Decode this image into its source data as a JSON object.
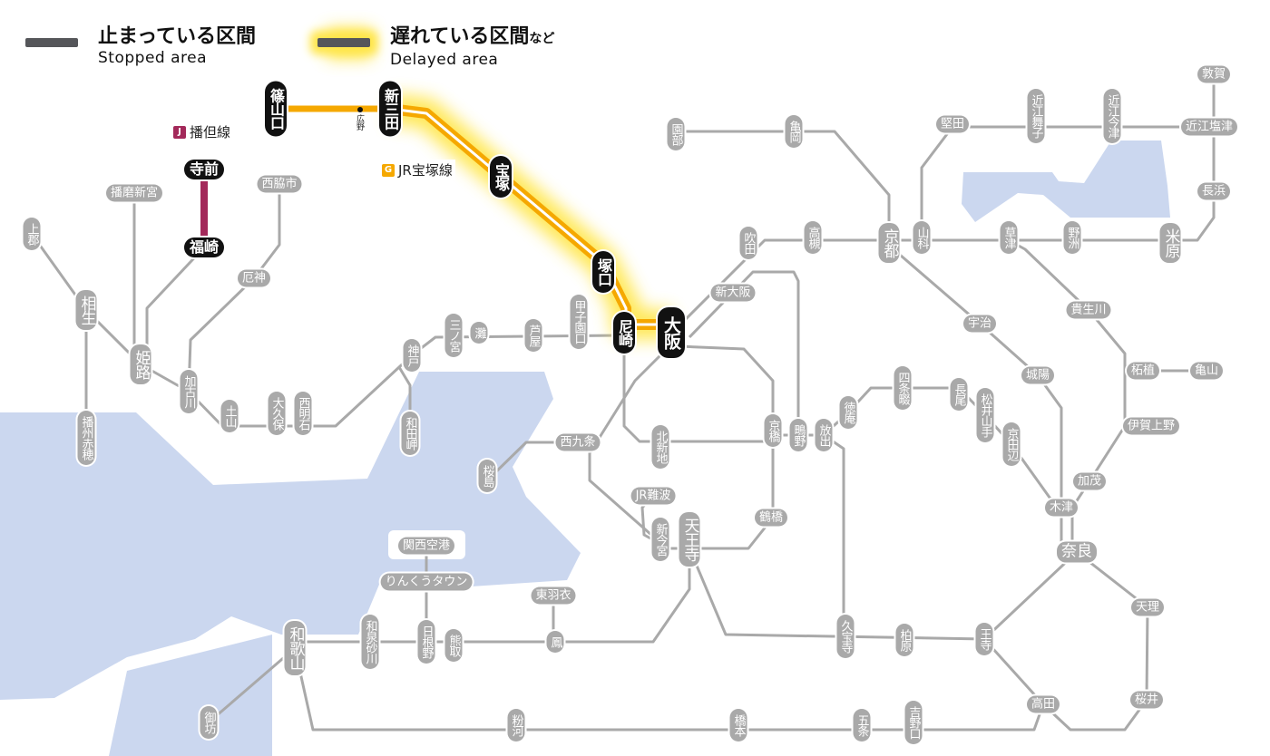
{
  "legend": {
    "stopped": {
      "label_ja": "止まっている区間",
      "label_en": "Stopped area",
      "color": "#55565a"
    },
    "delayed": {
      "label_ja": "遅れている区間",
      "label_suffix": "など",
      "label_en": "Delayed area",
      "color": "#f5b400"
    }
  },
  "line_badges": [
    {
      "code": "J",
      "name": "播但線",
      "color": "#a3295a"
    },
    {
      "code": "G",
      "name": "JR宝塚線",
      "color": "#f5a800"
    }
  ],
  "minor_station": "広野",
  "stations": [
    {
      "id": "kamigori",
      "name": "上郡",
      "status": "normal"
    },
    {
      "id": "harimashingu",
      "name": "播磨新宮",
      "status": "normal"
    },
    {
      "id": "nishiwakishi",
      "name": "西脇市",
      "status": "normal"
    },
    {
      "id": "aioi",
      "name": "相生",
      "status": "normal"
    },
    {
      "id": "himeji",
      "name": "姫路",
      "status": "normal"
    },
    {
      "id": "yakujin",
      "name": "厄神",
      "status": "normal"
    },
    {
      "id": "kakogawa",
      "name": "加古川",
      "status": "normal"
    },
    {
      "id": "tsuchiyama",
      "name": "土山",
      "status": "normal"
    },
    {
      "id": "okubo",
      "name": "大久保",
      "status": "normal"
    },
    {
      "id": "nishiakashi",
      "name": "西明石",
      "status": "normal"
    },
    {
      "id": "banshuako",
      "name": "播州赤穂",
      "status": "normal"
    },
    {
      "id": "kobe",
      "name": "神戸",
      "status": "normal"
    },
    {
      "id": "wadamisaki",
      "name": "和田岬",
      "status": "normal"
    },
    {
      "id": "sannomiya",
      "name": "三ノ宮",
      "status": "normal"
    },
    {
      "id": "nada",
      "name": "灘",
      "status": "normal"
    },
    {
      "id": "ashiya",
      "name": "芦屋",
      "status": "normal"
    },
    {
      "id": "koshienguchi",
      "name": "甲子園口",
      "status": "normal"
    },
    {
      "id": "sonobe",
      "name": "園部",
      "status": "normal"
    },
    {
      "id": "kameoka",
      "name": "亀岡",
      "status": "normal"
    },
    {
      "id": "suita",
      "name": "吹田",
      "status": "normal"
    },
    {
      "id": "takatsuki",
      "name": "高槻",
      "status": "normal"
    },
    {
      "id": "kyoto",
      "name": "京都",
      "status": "normal"
    },
    {
      "id": "yamashina",
      "name": "山科",
      "status": "normal"
    },
    {
      "id": "katata",
      "name": "堅田",
      "status": "normal"
    },
    {
      "id": "omimaiko",
      "name": "近江舞子",
      "status": "normal"
    },
    {
      "id": "omiimazu",
      "name": "近江今津",
      "status": "normal"
    },
    {
      "id": "tsuruga",
      "name": "敦賀",
      "status": "normal"
    },
    {
      "id": "omishiotsu",
      "name": "近江塩津",
      "status": "normal"
    },
    {
      "id": "nagahama",
      "name": "長浜",
      "status": "normal"
    },
    {
      "id": "kusatsu",
      "name": "草津",
      "status": "normal"
    },
    {
      "id": "yasu",
      "name": "野洲",
      "status": "normal"
    },
    {
      "id": "maibara",
      "name": "米原",
      "status": "normal"
    },
    {
      "id": "shinosaka",
      "name": "新大阪",
      "status": "normal"
    },
    {
      "id": "uji",
      "name": "宇治",
      "status": "normal"
    },
    {
      "id": "kibukawa",
      "name": "貴生川",
      "status": "normal"
    },
    {
      "id": "joyo",
      "name": "城陽",
      "status": "normal"
    },
    {
      "id": "tsuge",
      "name": "柘植",
      "status": "normal"
    },
    {
      "id": "kameyama",
      "name": "亀山",
      "status": "normal"
    },
    {
      "id": "shijonawate",
      "name": "四条畷",
      "status": "normal"
    },
    {
      "id": "nagao",
      "name": "長尾",
      "status": "normal"
    },
    {
      "id": "matsuiyamate",
      "name": "松井山手",
      "status": "normal"
    },
    {
      "id": "kyotanabe",
      "name": "京田辺",
      "status": "normal"
    },
    {
      "id": "tokuan",
      "name": "徳庵",
      "status": "normal"
    },
    {
      "id": "kyobashi",
      "name": "京橋",
      "status": "normal"
    },
    {
      "id": "shigino",
      "name": "鴫野",
      "status": "normal"
    },
    {
      "id": "hanaten",
      "name": "放出",
      "status": "normal"
    },
    {
      "id": "kitashinchi",
      "name": "北新地",
      "status": "normal"
    },
    {
      "id": "nishikujo",
      "name": "西九条",
      "status": "normal"
    },
    {
      "id": "sakurajima",
      "name": "桜島",
      "status": "normal"
    },
    {
      "id": "igaueno",
      "name": "伊賀上野",
      "status": "normal"
    },
    {
      "id": "kamo",
      "name": "加茂",
      "status": "normal"
    },
    {
      "id": "kizu",
      "name": "木津",
      "status": "normal"
    },
    {
      "id": "jrnamba",
      "name": "JR難波",
      "status": "normal"
    },
    {
      "id": "tsuruhashi",
      "name": "鶴橋",
      "status": "normal"
    },
    {
      "id": "shinimamiya",
      "name": "新今宮",
      "status": "normal"
    },
    {
      "id": "tennoji",
      "name": "天王寺",
      "status": "normal"
    },
    {
      "id": "nara",
      "name": "奈良",
      "status": "normal"
    },
    {
      "id": "kansaiairport",
      "name": "関西空港",
      "status": "normal"
    },
    {
      "id": "rinkutown",
      "name": "りんくうタウン",
      "status": "normal"
    },
    {
      "id": "higashihagoromo",
      "name": "東羽衣",
      "status": "normal"
    },
    {
      "id": "tenri",
      "name": "天理",
      "status": "normal"
    },
    {
      "id": "izumisunagawa",
      "name": "和泉砂川",
      "status": "normal"
    },
    {
      "id": "hineno",
      "name": "日根野",
      "status": "normal"
    },
    {
      "id": "kumatori",
      "name": "熊取",
      "status": "normal"
    },
    {
      "id": "otori",
      "name": "鳳",
      "status": "normal"
    },
    {
      "id": "wakayama",
      "name": "和歌山",
      "status": "normal"
    },
    {
      "id": "kyuhoji",
      "name": "久宝寺",
      "status": "normal"
    },
    {
      "id": "kashiwara",
      "name": "柏原",
      "status": "normal"
    },
    {
      "id": "oji",
      "name": "王寺",
      "status": "normal"
    },
    {
      "id": "takada",
      "name": "高田",
      "status": "normal"
    },
    {
      "id": "sakurai",
      "name": "桜井",
      "status": "normal"
    },
    {
      "id": "gobo",
      "name": "御坊",
      "status": "normal"
    },
    {
      "id": "kokawa",
      "name": "粉河",
      "status": "normal"
    },
    {
      "id": "hashimoto",
      "name": "橋本",
      "status": "normal"
    },
    {
      "id": "gojo",
      "name": "五条",
      "status": "normal"
    },
    {
      "id": "yoshinoguchi",
      "name": "吉野口",
      "status": "normal"
    },
    {
      "id": "sasayamaguchi",
      "name": "篠山口",
      "status": "affected"
    },
    {
      "id": "shinsanda",
      "name": "新三田",
      "status": "affected"
    },
    {
      "id": "takarazuka",
      "name": "宝塚",
      "status": "affected"
    },
    {
      "id": "tsukaguchi",
      "name": "塚口",
      "status": "affected"
    },
    {
      "id": "amagasaki",
      "name": "尼崎",
      "status": "affected"
    },
    {
      "id": "osaka",
      "name": "大阪",
      "status": "affected"
    },
    {
      "id": "teramae",
      "name": "寺前",
      "status": "affected"
    },
    {
      "id": "fukusaki",
      "name": "福崎",
      "status": "affected"
    }
  ]
}
